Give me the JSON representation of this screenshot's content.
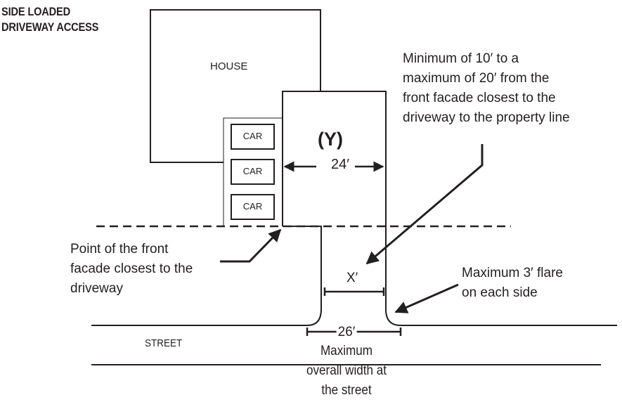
{
  "title": {
    "line1": "SIDE LOADED",
    "line2": "DRIVEWAY ACCESS"
  },
  "labels": {
    "house": "HOUSE",
    "cars": [
      "CAR",
      "CAR",
      "CAR"
    ],
    "driveway_zone": "(Y)",
    "driveway_width": "24′",
    "throat_width": "X′",
    "street_width": "26′",
    "street": "STREET"
  },
  "notes": {
    "setback": [
      "Minimum of 10′ to a",
      "maximum of 20′ from the",
      "front facade closest to the",
      "driveway to the property line"
    ],
    "facade_point": [
      "Point of the front",
      "facade closest to the",
      "driveway"
    ],
    "flare": [
      "Maximum 3′ flare",
      "on each side"
    ],
    "max_width": [
      "Maximum",
      "overall width at",
      "the street"
    ]
  },
  "colors": {
    "line": "#231f20",
    "background": "#ffffff"
  }
}
